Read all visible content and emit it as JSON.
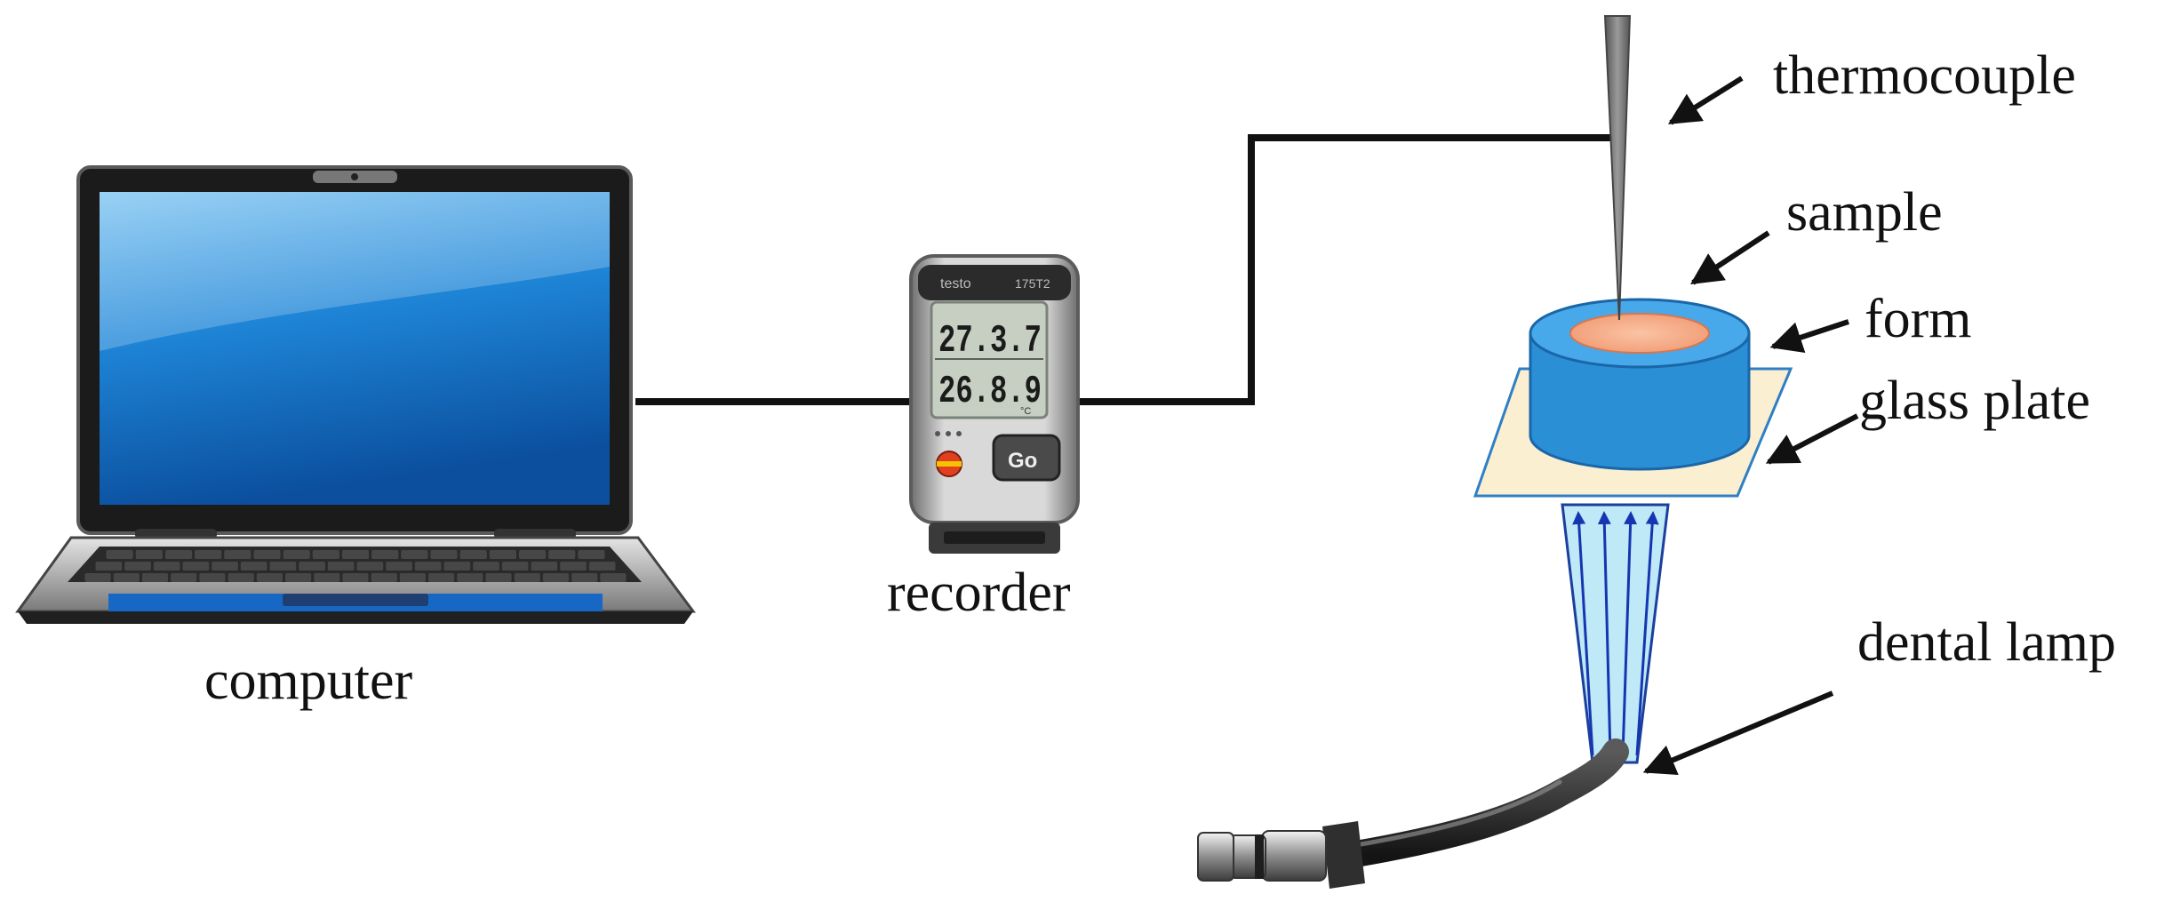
{
  "labels": {
    "computer": "computer",
    "recorder": "recorder",
    "thermocouple": "thermocouple",
    "sample": "sample",
    "form": "form",
    "glass_plate": "glass plate",
    "dental_lamp": "dental lamp"
  },
  "recorder_device": {
    "brand": "testo",
    "model": "175T2",
    "reading_1": "27.3.7",
    "reading_2": "26.8.9",
    "unit": "°C",
    "button": "Go"
  },
  "colors": {
    "screen_blue": "#1a7fd4",
    "form_blue": "#2b8fd6",
    "sample_orange": "#f4a37e",
    "glass_plate": "#fbefd2",
    "light_cone": "#bfe9f7",
    "light_arrows": "#1536b0",
    "cable": "#111111"
  }
}
